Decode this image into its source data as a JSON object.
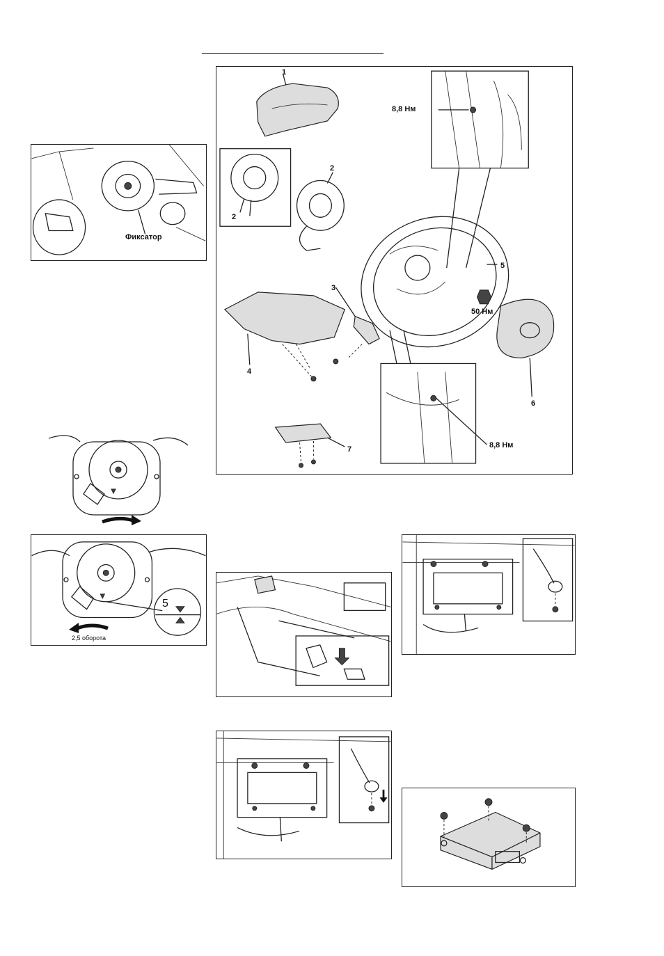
{
  "main_diagram": {
    "part_numbers": [
      "1",
      "2",
      "2",
      "3",
      "4",
      "5",
      "6",
      "7"
    ],
    "torque_top": "8,8 Нм",
    "torque_nut": "50 Нм",
    "torque_bottom": "8,8 Нм"
  },
  "spiral_cable_photo": {
    "label": "Фиксатор"
  },
  "centering_fig": {
    "mark": "5",
    "turns_label": "2,5 оборота"
  },
  "icons": [
    "arrow-right-icon",
    "arrow-left-icon",
    "arrow-down-icon"
  ]
}
